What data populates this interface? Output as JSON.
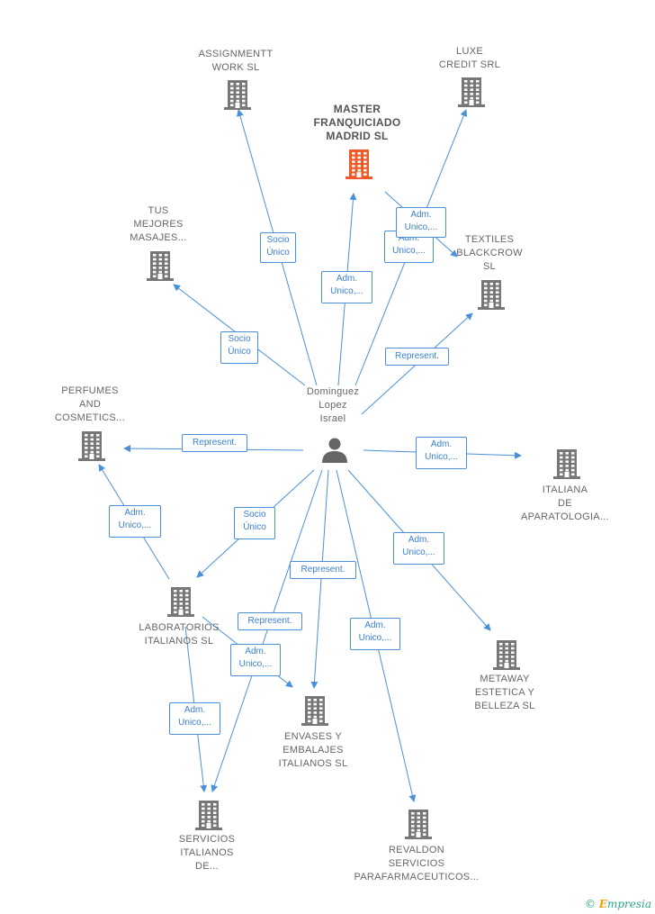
{
  "colors": {
    "edge": "#4a90d9",
    "building": "#777777",
    "building_main": "#f05a28",
    "person": "#666666"
  },
  "person": {
    "label": "Dominguez\nLopez\nIsrael",
    "icon": "person-icon"
  },
  "companies": [
    {
      "id": "assignmentt",
      "label": "ASSIGNMENTT\nWORK SL",
      "main": false
    },
    {
      "id": "luxe",
      "label": "LUXE\nCREDIT SRL",
      "main": false
    },
    {
      "id": "master",
      "label": "MASTER\nFRANQUICIADO\nMADRID  SL",
      "main": true
    },
    {
      "id": "tus",
      "label": "TUS\nMEJORES\nMASAJES...",
      "main": false
    },
    {
      "id": "textiles",
      "label": "TEXTILES\nBLACKCROW\nSL",
      "main": false
    },
    {
      "id": "perfumes",
      "label": "PERFUMES\nAND\nCOSMETICS...",
      "main": false
    },
    {
      "id": "italiana",
      "label": "ITALIANA\nDE\nAPARATOLOGIA...",
      "main": false
    },
    {
      "id": "laboratorios",
      "label": "LABORATORIOS\nITALIANOS  SL",
      "main": false
    },
    {
      "id": "metaway",
      "label": "METAWAY\nESTETICA Y\nBELLEZA  SL",
      "main": false
    },
    {
      "id": "envases",
      "label": "ENVASES Y\nEMBALAJES\nITALIANOS  SL",
      "main": false
    },
    {
      "id": "servicios",
      "label": "SERVICIOS\nITALIANOS\nDE...",
      "main": false
    },
    {
      "id": "revaldon",
      "label": "REVALDON\nSERVICIOS\nPARAFARMACEUTICOS...",
      "main": false
    }
  ],
  "edges": [
    {
      "from": "person",
      "to": "assignmentt",
      "label": "Socio\nÚnico"
    },
    {
      "from": "person",
      "to": "luxe",
      "label": "Adm.\nUnico,..."
    },
    {
      "from": "person",
      "to": "master",
      "label": "Adm.\nUnico,..."
    },
    {
      "from": "master",
      "to": "textiles",
      "label": "Adm.\nUnico,..."
    },
    {
      "from": "person",
      "to": "tus",
      "label": "Socio\nÚnico"
    },
    {
      "from": "person",
      "to": "textiles",
      "label": "Represent."
    },
    {
      "from": "person",
      "to": "perfumes",
      "label": "Represent."
    },
    {
      "from": "person",
      "to": "italiana",
      "label": "Adm.\nUnico,..."
    },
    {
      "from": "laboratorios",
      "to": "perfumes",
      "label": "Adm.\nUnico,..."
    },
    {
      "from": "person",
      "to": "laboratorios",
      "label": "Socio\nÚnico"
    },
    {
      "from": "person",
      "to": "metaway",
      "label": "Adm.\nUnico,..."
    },
    {
      "from": "person",
      "to": "envases",
      "label": "Represent."
    },
    {
      "from": "person",
      "to": "servicios",
      "label": "Represent."
    },
    {
      "from": "laboratorios",
      "to": "envases",
      "label": "Adm.\nUnico,..."
    },
    {
      "from": "laboratorios",
      "to": "servicios",
      "label": "Adm.\nUnico,..."
    },
    {
      "from": "person",
      "to": "revaldon",
      "label": "Adm.\nUnico,..."
    }
  ],
  "brand": {
    "copyright": "©",
    "e": "E",
    "name": "mpresia"
  }
}
